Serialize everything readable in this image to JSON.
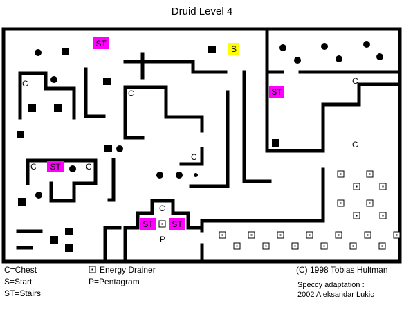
{
  "title": "Druid Level 4",
  "map": {
    "chest_label": "C",
    "start_label": "S",
    "stairs_label": "ST",
    "pentagram_label": "P",
    "colors": {
      "wall": "#000000",
      "stairs": "#ff00ff",
      "start": "#ffff00",
      "background": "#ffffff"
    }
  },
  "legend": {
    "chest": "C=Chest",
    "start": "S=Start",
    "stairs": "ST=Stairs",
    "energy_drainer": "Energy Drainer",
    "pentagram": "P=Pentagram",
    "energy_drainer_icon": "energy-drainer-icon"
  },
  "credits": {
    "copyright": "(C) 1998 Tobias Hultman",
    "adaptation": "Speccy adaptation :",
    "adapter": "2002  Aleksandar Lukic"
  }
}
